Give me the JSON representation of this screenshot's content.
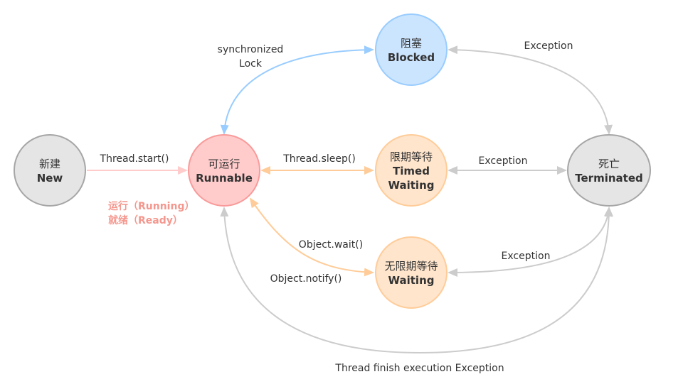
{
  "diagram": {
    "type": "state-diagram",
    "title": "Java Thread States",
    "colors": {
      "gray_fill": "#e5e5e5",
      "gray_stroke": "#a6a6a6",
      "red_fill": "#ffcccb",
      "red_stroke": "#f99a9a",
      "blue_fill": "#cce5ff",
      "blue_stroke": "#99ccff",
      "orange_fill": "#ffe5cc",
      "orange_stroke": "#ffcc99",
      "edge_gray": "#cccccc",
      "edge_blue": "#99ccff",
      "edge_orange": "#ffcc99",
      "edge_pink": "#ffcccb",
      "note_color": "#f4978e"
    },
    "nodes": [
      {
        "id": "new",
        "cn": "新建",
        "en": "New",
        "style": "gray"
      },
      {
        "id": "runnable",
        "cn": "可运行",
        "en": "Runnable",
        "style": "red"
      },
      {
        "id": "blocked",
        "cn": "阻塞",
        "en": "Blocked",
        "style": "blue"
      },
      {
        "id": "timed",
        "cn": "限期等待",
        "en": "Timed",
        "en2": "Waiting",
        "style": "orange"
      },
      {
        "id": "waiting",
        "cn": "无限期等待",
        "en": "Waiting",
        "style": "orange"
      },
      {
        "id": "terminated",
        "cn": "死亡",
        "en": "Terminated",
        "style": "gray"
      }
    ],
    "edges": [
      {
        "from": "new",
        "to": "runnable",
        "label": "Thread.start()"
      },
      {
        "from": "runnable",
        "to": "blocked",
        "label_line1": "synchronized",
        "label_line2": "Lock",
        "bidirectional": true
      },
      {
        "from": "runnable",
        "to": "timed",
        "label": "Thread.sleep()",
        "bidirectional": true
      },
      {
        "from": "runnable",
        "to": "waiting",
        "label_a": "Object.wait()",
        "label_b": "Object.notify()",
        "bidirectional": true
      },
      {
        "from": "blocked",
        "to": "terminated",
        "label": "Exception",
        "bidirectional": true
      },
      {
        "from": "timed",
        "to": "terminated",
        "label": "Exception",
        "bidirectional": true
      },
      {
        "from": "waiting",
        "to": "terminated",
        "label": "Exception",
        "bidirectional": true
      },
      {
        "from": "runnable",
        "to": "terminated",
        "label": "Thread finish execution Exception",
        "bidirectional": true
      }
    ],
    "notes": {
      "running": "运行（Running）",
      "ready": "就绪（Ready）"
    }
  }
}
